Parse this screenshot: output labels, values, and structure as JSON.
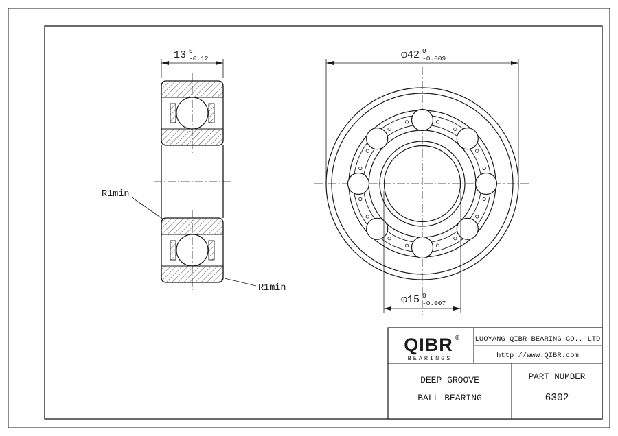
{
  "sheet": {
    "line_color": "#1a1a1a"
  },
  "dimensions": {
    "width": {
      "nominal": "13",
      "upper_tol": "0",
      "lower_tol": "-0.12"
    },
    "outer_diameter": {
      "nominal": "φ42",
      "upper_tol": "0",
      "lower_tol": "-0.009"
    },
    "bore_diameter": {
      "nominal": "φ15",
      "upper_tol": "0",
      "lower_tol": "-0.007"
    },
    "corner_radius_left": "R1min",
    "corner_radius_right": "R1min"
  },
  "title_block": {
    "logo_text": "QIBR",
    "logo_registered": "®",
    "logo_subtext": "BEARINGS",
    "logo_color": "#cc2128",
    "company_name": "LUOYANG QIBR BEARING CO., LTD",
    "website": "http://www.QIBR.com",
    "product_line1": "DEEP GROOVE",
    "product_line2": "BALL BEARING",
    "part_number_label": "PART NUMBER",
    "part_number": "6302"
  }
}
